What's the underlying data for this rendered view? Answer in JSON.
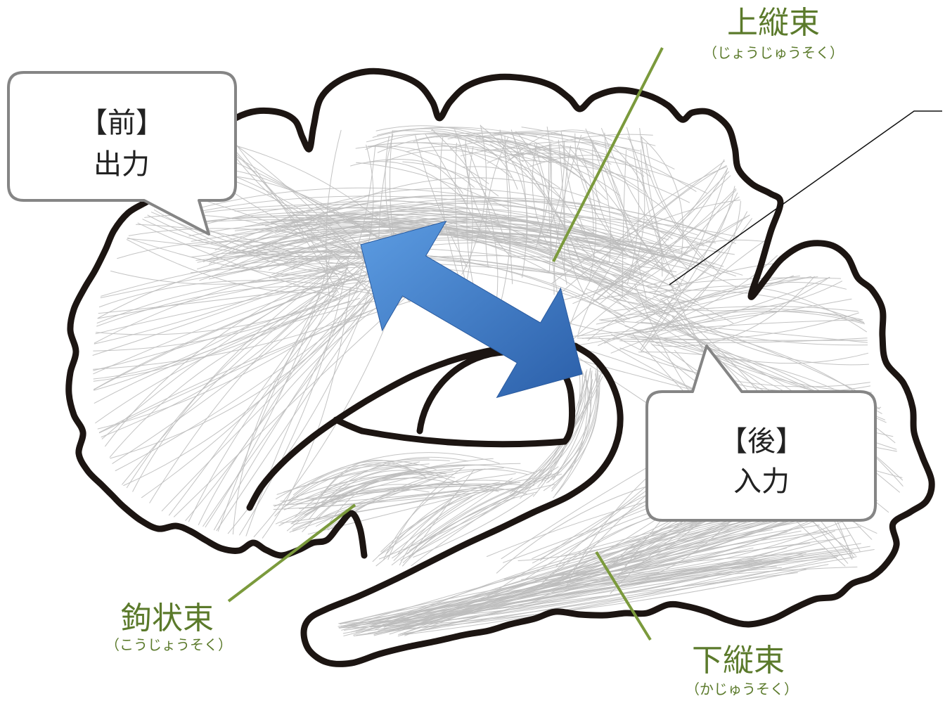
{
  "diagram": {
    "bubbles": {
      "front": {
        "heading": "【前】",
        "text": "出力"
      },
      "back": {
        "heading": "【後】",
        "text": "入力"
      }
    },
    "labels": {
      "superior_longitudinal": {
        "name": "上縦束",
        "reading": "（じょうじゅうそく）"
      },
      "uncinate": {
        "name": "鉤状束",
        "reading": "（こうじょうそく）"
      },
      "inferior_longitudinal": {
        "name": "下縦束",
        "reading": "（かじゅうそく）"
      }
    }
  },
  "colors": {
    "label_text": "#5b7a2b",
    "leader_line": "#7b9a3c",
    "pointer_line": "#111111",
    "arrow_light": "#5c9ce2",
    "arrow_dark": "#2b5fa9",
    "fiber": "#bdbdbd",
    "outline": "#1c1512",
    "bubble_border": "#858585",
    "bubble_text": "#222222"
  }
}
